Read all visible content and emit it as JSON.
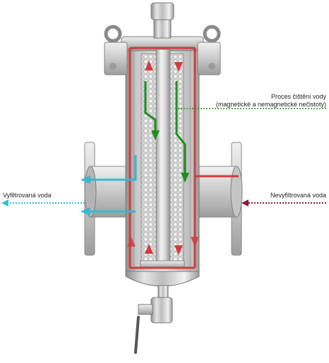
{
  "labels": {
    "process_line1": "Proces čištění vody",
    "process_line2": "(magnetické a nemagnetické nečistoty)",
    "filtered_water": "Vyfiltrovaná voda",
    "unfiltered_water": "Nevyfiltrovaná voda"
  },
  "colors": {
    "inlet_arrow": "#8b1a3a",
    "outlet_arrow": "#2fc0d8",
    "flow_red": "#d23b3b",
    "flow_green": "#1f8f1f",
    "flow_cyan": "#3ab7d0",
    "process_leader": "#1f8f1f"
  },
  "icons": [
    "lifting-eye-icon",
    "vent-valve-icon",
    "drain-valve-icon",
    "filter-cartridge-icon"
  ]
}
